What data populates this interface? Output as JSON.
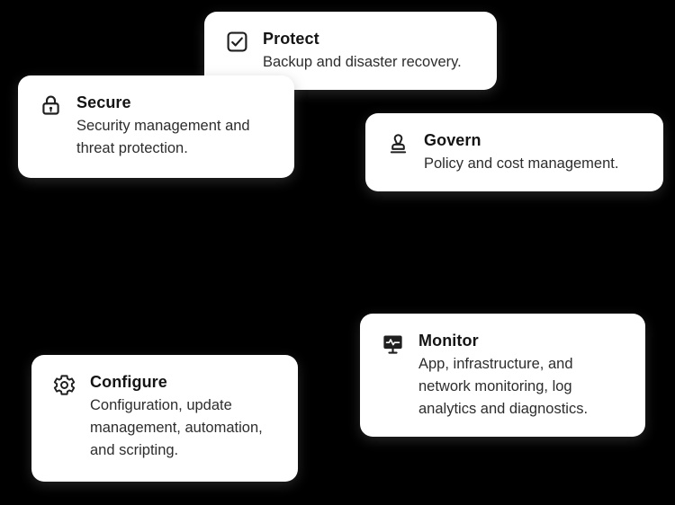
{
  "canvas": {
    "background_color": "#000000",
    "card_background_color": "#ffffff",
    "title_color": "#141414",
    "description_color": "#2d2d2d"
  },
  "cards": [
    {
      "title": "Protect",
      "description": "Backup and disaster recovery.",
      "icon": "checkbox-check-icon"
    },
    {
      "title": "Secure",
      "description": "Security management and threat protection.",
      "icon": "lock-icon"
    },
    {
      "title": "Govern",
      "description": "Policy and cost management.",
      "icon": "stamp-icon"
    },
    {
      "title": "Monitor",
      "description": "App, infrastructure, and network monitoring, log analytics and diagnostics.",
      "icon": "monitor-pulse-icon"
    },
    {
      "title": "Configure",
      "description": "Configuration, update management, automation, and scripting.",
      "icon": "gear-icon"
    }
  ]
}
